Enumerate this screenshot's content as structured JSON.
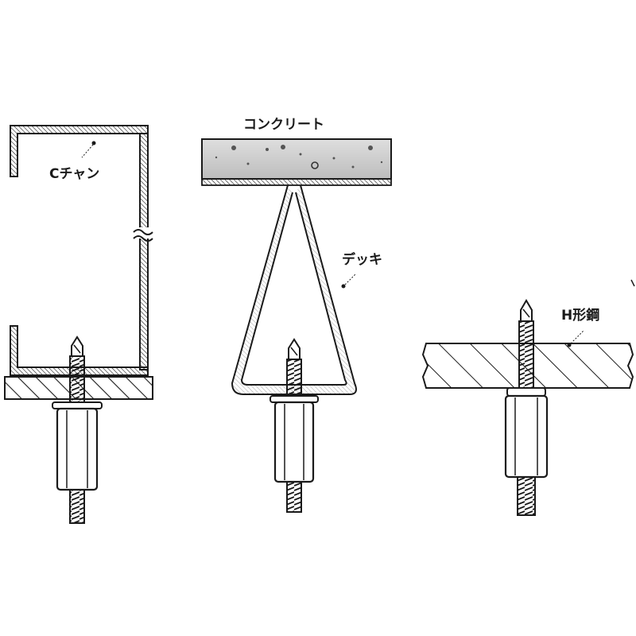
{
  "labels": {
    "c_channel": "Cチャン",
    "concrete": "コンクリート",
    "deck": "デッキ",
    "h_steel": "H形鋼"
  },
  "colors": {
    "ink": "#1a1a1a",
    "concrete_fill": "#cfcfcf",
    "metal_light": "#e6e6e6",
    "background": "#ffffff"
  }
}
